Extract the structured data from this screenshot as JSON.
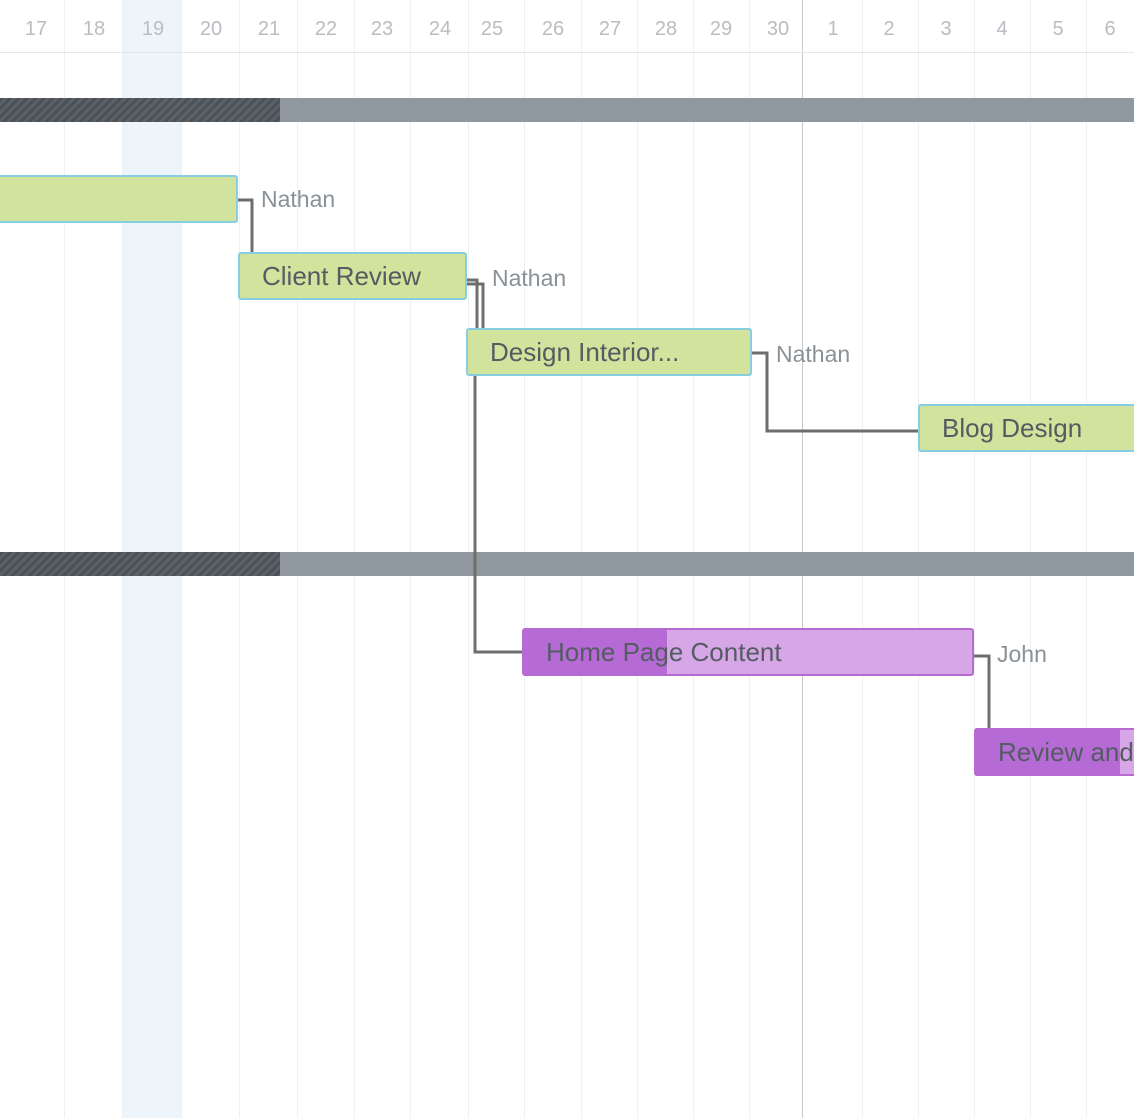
{
  "timeline": {
    "days": [
      "17",
      "18",
      "19",
      "20",
      "21",
      "22",
      "23",
      "24",
      "25",
      "26",
      "27",
      "28",
      "29",
      "30",
      "1",
      "2",
      "3",
      "4",
      "5",
      "6"
    ],
    "highlighted_day": "19"
  },
  "tasks": {
    "task_1": {
      "label": "",
      "assignee": "Nathan"
    },
    "task_2": {
      "label": "Client Review",
      "assignee": "Nathan"
    },
    "task_3": {
      "label": "Design Interior...",
      "assignee": "Nathan"
    },
    "task_4": {
      "label": "Blog Design"
    },
    "task_5": {
      "label": "Home Page Content",
      "assignee": "John",
      "progress": 0.32
    },
    "task_6": {
      "label": "Review and"
    }
  },
  "colors": {
    "design_task": "#d1e39d",
    "design_border": "#86cfe0",
    "content_task": "#d6a6e6",
    "content_progress": "#b56ad6",
    "group_bar": "#8f989f",
    "group_progress": "#4b5157",
    "dependency_line": "#6e6e6e"
  }
}
